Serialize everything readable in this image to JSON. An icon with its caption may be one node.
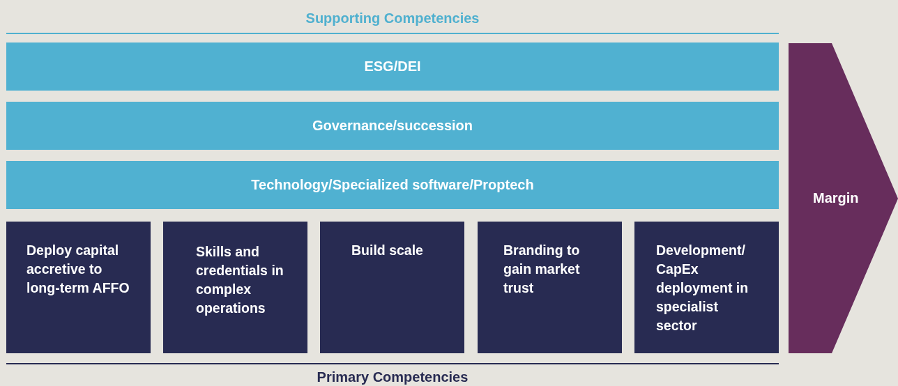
{
  "diagram": {
    "nodes": [
      {
        "text": [
          "ESG/DEI"
        ]
      },
      {
        "text": [
          "Governance/succession"
        ]
      },
      {
        "text": [
          "Technology/Specialized software/Proptech"
        ]
      },
      {
        "text": [
          "Deploy capital accretive to long-term AFFO"
        ]
      },
      {
        "text": [
          "Skills and credentials in complex operations"
        ]
      },
      {
        "text": [
          "Build scale"
        ]
      },
      {
        "text": [
          "Branding to gain market trust"
        ]
      },
      {
        "text": [
          "Development/ CapEx deployment in specialist sector"
        ]
      },
      {
        "text": [
          "Margin"
        ]
      }
    ],
    "labels": [
      "Supporting Competencies",
      "Primary Competencies"
    ]
  }
}
